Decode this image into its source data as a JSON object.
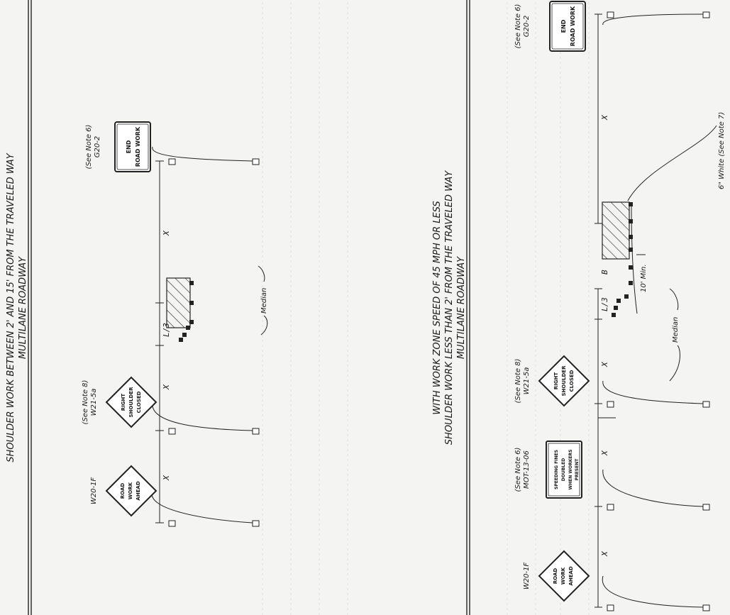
{
  "diagrams": [
    {
      "title_line1": "MULTILANE ROADWAY",
      "title_line2": "SHOULDER WORK LESS THAN 2' FROM THE TRAVELED WAY",
      "title_line3": "WITH WORK ZONE SPEED OF 45 MPH OR LESS",
      "median_label": "Median",
      "signs": [
        {
          "lines": [
            "ROAD",
            "WORK",
            "AHEAD"
          ],
          "code": "W20-1F",
          "note": ""
        },
        {
          "lines": [
            "SPEEDING FINES",
            "DOUBLED",
            "WHEN WORKERS",
            "PRESENT"
          ],
          "code": "MOT-13-06",
          "note": "(See Note 6)"
        },
        {
          "lines": [
            "RIGHT",
            "SHOULDER",
            "CLOSED"
          ],
          "code": "W21-5a",
          "note": "(See Note 8)"
        },
        {
          "lines": [
            "END",
            "ROAD WORK"
          ],
          "code": "G20-2",
          "note": "(See Note 6)"
        }
      ],
      "dims": {
        "x": "X",
        "l3": "L/3",
        "b": "B",
        "min": "10' Min."
      },
      "stripe_note": "6\" White (See Note 7)"
    },
    {
      "title_line1": "MULTILANE ROADWAY",
      "title_line2": "SHOULDER WORK BETWEEN 2' AND 15' FROM THE TRAVELED WAY",
      "median_label": "Median",
      "signs": [
        {
          "lines": [
            "ROAD",
            "WORK",
            "AHEAD"
          ],
          "code": "W20-1F",
          "note": ""
        },
        {
          "lines": [
            "RIGHT",
            "SHOULDER",
            "CLOSED"
          ],
          "code": "W21-5a",
          "note": "(See Note 8)"
        },
        {
          "lines": [
            "END",
            "ROAD WORK"
          ],
          "code": "G20-2",
          "note": "(See Note 6)"
        }
      ],
      "dims": {
        "x": "X",
        "l3": "L/3"
      }
    }
  ]
}
